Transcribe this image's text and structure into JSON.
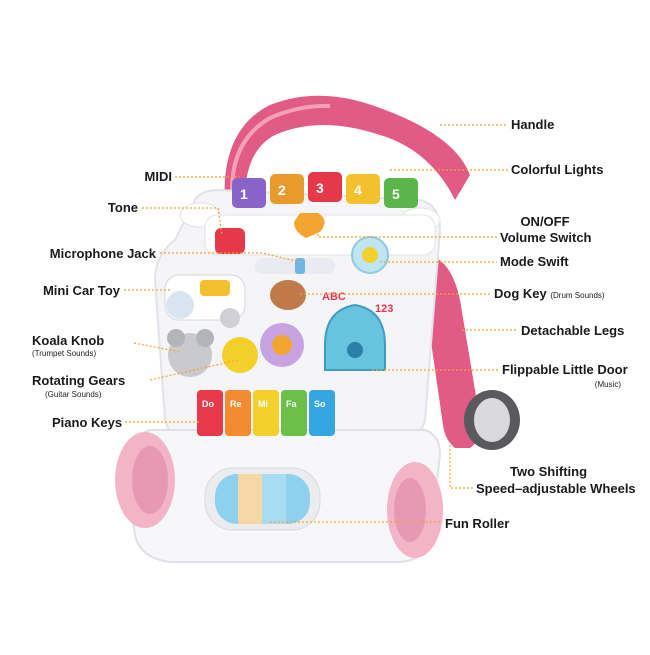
{
  "labels": {
    "handle": "Handle",
    "midi": "MIDI",
    "colorful_lights": "Colorful Lights",
    "tone": "Tone",
    "on_off": "ON/OFF",
    "volume_switch": "Volume Switch",
    "microphone_jack": "Microphone Jack",
    "mode_swift": "Mode Swift",
    "mini_car_toy": "Mini Car Toy",
    "dog_key": "Dog Key",
    "dog_key_note": "(Drum Sounds)",
    "detachable_legs": "Detachable Legs",
    "koala_knob": "Koala Knob",
    "koala_knob_note": "(Trumpet Sounds)",
    "flippable_door": "Flippable Little Door",
    "flippable_door_note": "(Music)",
    "rotating_gears": "Rotating Gears",
    "rotating_gears_note": "(Guitar Sounds)",
    "piano_keys": "Piano Keys",
    "two_shifting": "Two Shifting",
    "speed_wheels": "Speed–adjustable Wheels",
    "fun_roller": "Fun Roller"
  },
  "piano_notes": [
    "Do",
    "Re",
    "Mi",
    "Fa",
    "So"
  ],
  "midi_numbers": [
    "1",
    "2",
    "3",
    "4",
    "5"
  ],
  "abc_text": "ABC",
  "num_text": "123",
  "colors": {
    "pink": "#e25a86",
    "pink_light": "#f3b4c8",
    "body_white": "#f7f7f9",
    "leader": "#f2a531",
    "piano": [
      "#e8394b",
      "#f28a2e",
      "#f3d02c",
      "#6cc04a",
      "#35a6e0"
    ],
    "midi": [
      "#8a63c9",
      "#e89a2c",
      "#e5394a",
      "#f3c12d",
      "#5bb54a"
    ]
  }
}
